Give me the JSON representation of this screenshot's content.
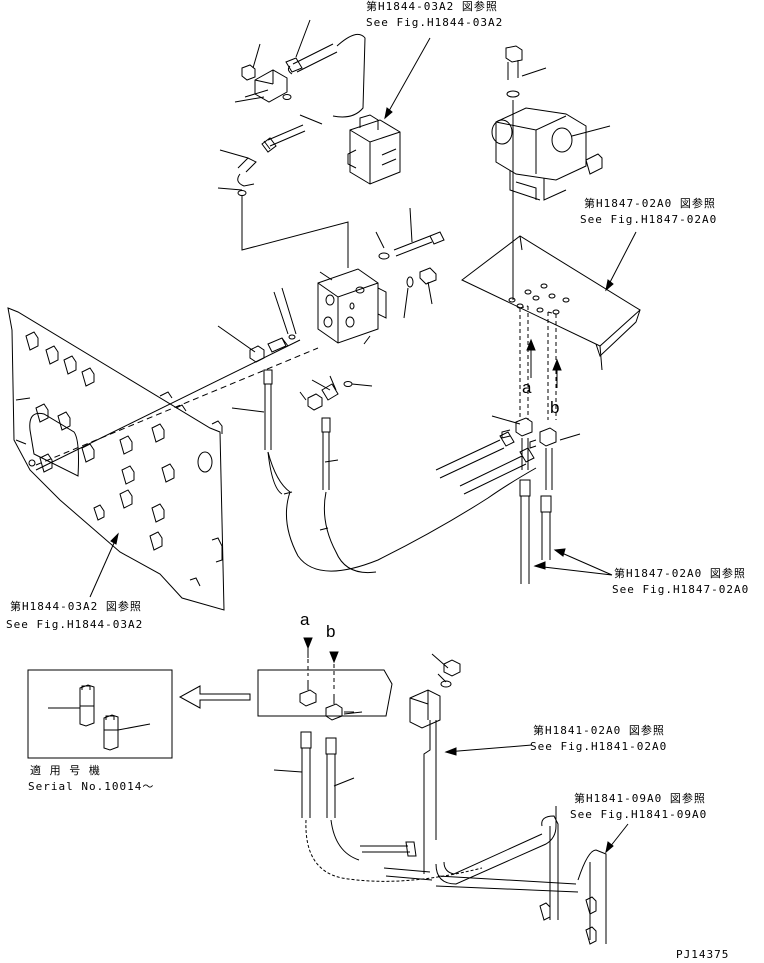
{
  "references": {
    "top_jp": "第H1844-03A2 図参照",
    "top_en": "See Fig.H1844-03A2",
    "valve_jp": "第H1847-02A0 図参照",
    "valve_en": "See Fig.H1847-02A0",
    "panel_jp": "第H1844-03A2 図参照",
    "panel_en": "See Fig.H1844-03A2",
    "hose_jp": "第H1847-02A0 図参照",
    "hose_en": "See Fig.H1847-02A0",
    "bracket_jp": "第H1841-02A0 図参照",
    "bracket_en": "See Fig.H1841-02A0",
    "pipe_jp": "第H1841-09A0 図参照",
    "pipe_en": "See Fig.H1841-09A0"
  },
  "port_labels": {
    "upper_a": "a",
    "upper_b": "b",
    "lower_a": "a",
    "lower_b": "b"
  },
  "serial": {
    "jp": "適 用 号 機",
    "en": "Serial No.10014～"
  },
  "drawing_no": "PJ14375"
}
